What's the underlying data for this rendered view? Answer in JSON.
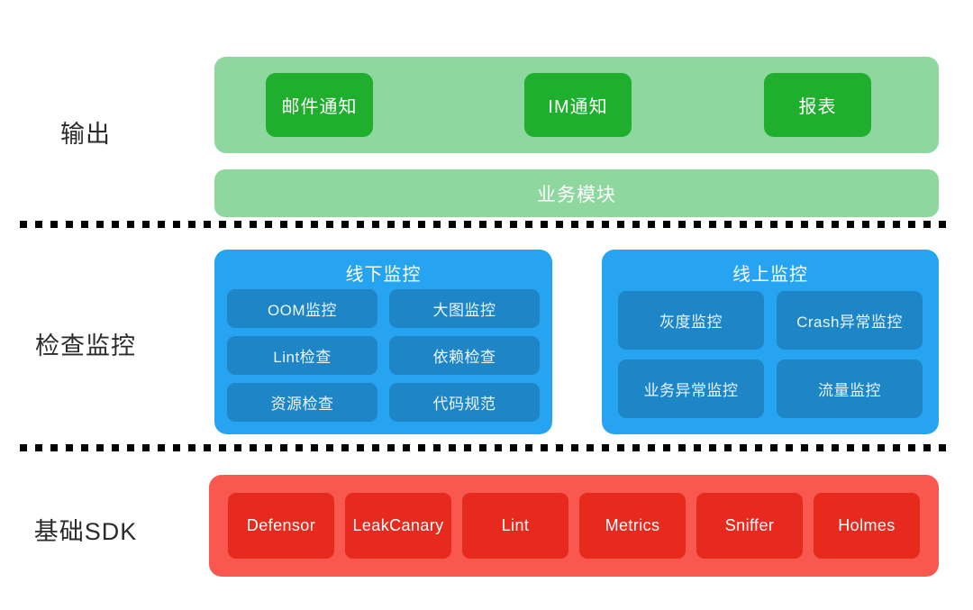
{
  "diagram": {
    "colors": {
      "output_band": "#8ed79e",
      "output_chip": "#1fae2d",
      "monitor_band": "#26a4f2",
      "monitor_chip": "#1e85c7",
      "sdk_band": "#f9584e",
      "sdk_chip": "#e8291d",
      "label_text": "#2b2b2b",
      "divider": "#000000"
    },
    "rows": {
      "output": {
        "label": "输出",
        "chips": [
          {
            "label": "邮件通知"
          },
          {
            "label": "IM通知"
          },
          {
            "label": "报表"
          }
        ],
        "bar": {
          "label": "业务模块"
        }
      },
      "monitor": {
        "label": "检查监控",
        "panels": [
          {
            "title": "线下监控",
            "chips": [
              {
                "label": "OOM监控"
              },
              {
                "label": "大图监控"
              },
              {
                "label": "Lint检查"
              },
              {
                "label": "依赖检查"
              },
              {
                "label": "资源检查"
              },
              {
                "label": "代码规范"
              }
            ]
          },
          {
            "title": "线上监控",
            "chips": [
              {
                "label": "灰度监控"
              },
              {
                "label": "Crash异常监控"
              },
              {
                "label": "业务异常监控"
              },
              {
                "label": "流量监控"
              }
            ]
          }
        ]
      },
      "sdk": {
        "label": "基础SDK",
        "chips": [
          {
            "label": "Defensor"
          },
          {
            "label": "LeakCanary"
          },
          {
            "label": "Lint"
          },
          {
            "label": "Metrics"
          },
          {
            "label": "Sniffer"
          },
          {
            "label": "Holmes"
          }
        ]
      }
    }
  }
}
